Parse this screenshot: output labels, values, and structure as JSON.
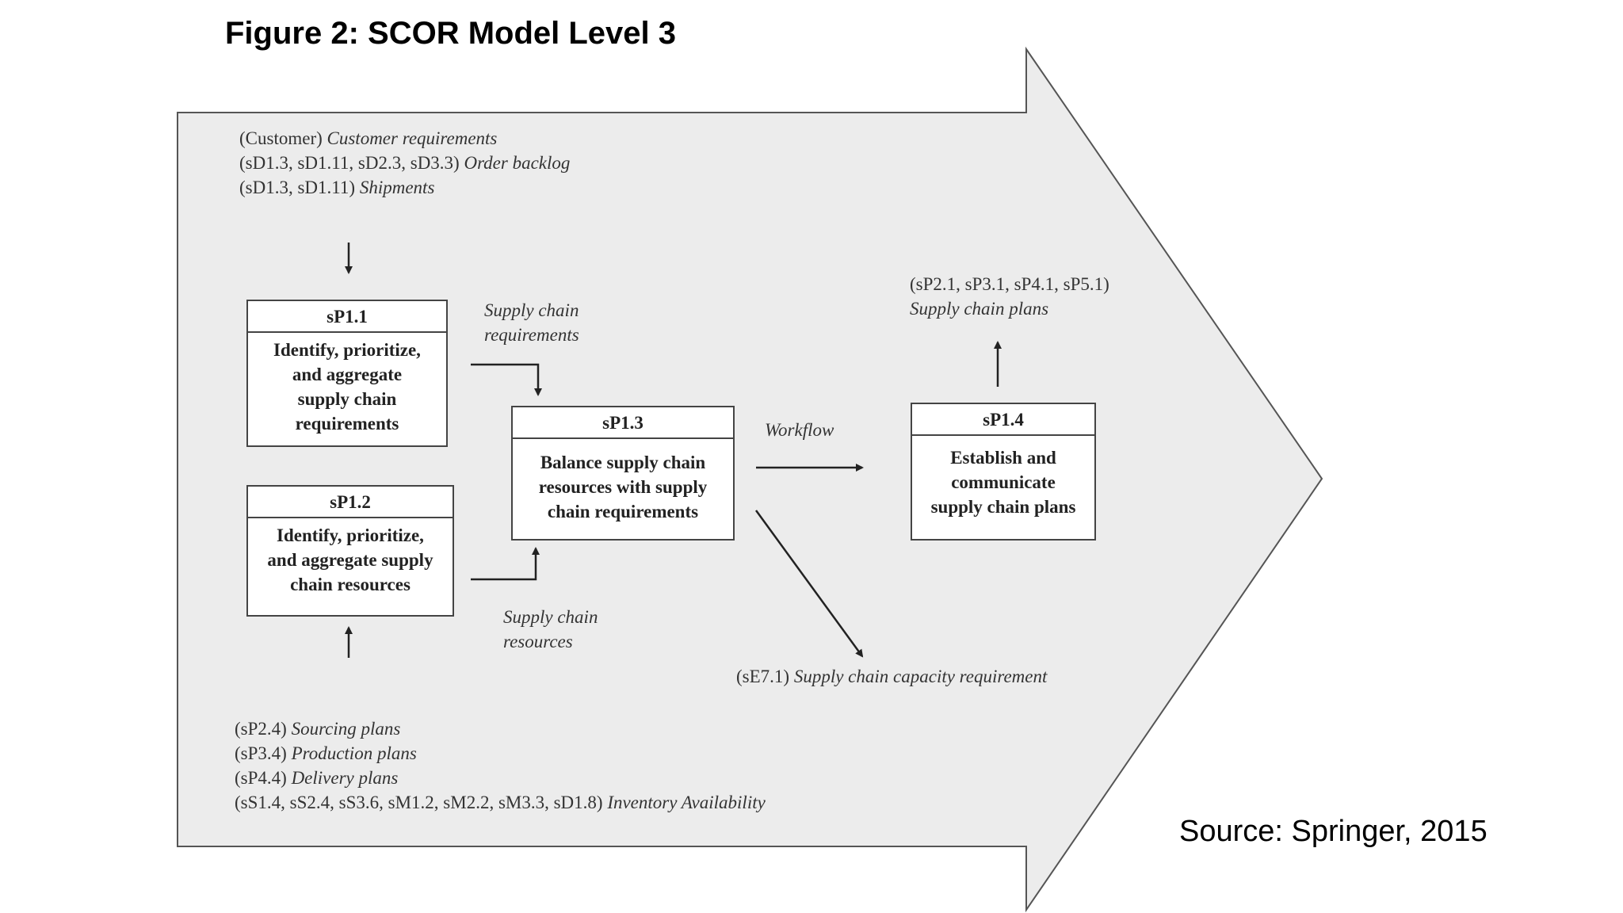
{
  "title": "Figure 2:  SCOR Model Level 3",
  "source": "Source: Springer, 2015",
  "inputs_top": [
    {
      "code": "(Customer)",
      "text": "Customer requirements"
    },
    {
      "code": "(sD1.3, sD1.11, sD2.3, sD3.3)",
      "text": "Order backlog"
    },
    {
      "code": "(sD1.3, sD1.11)",
      "text": "Shipments"
    }
  ],
  "inputs_bottom": [
    {
      "code": "(sP2.4)",
      "text": "Sourcing plans"
    },
    {
      "code": "(sP3.4)",
      "text": "Production plans"
    },
    {
      "code": "(sP4.4)",
      "text": "Delivery plans"
    },
    {
      "code": "(sS1.4, sS2.4, sS3.6, sM1.2, sM2.2, sM3.3, sD1.8)",
      "text": "Inventory Availability"
    }
  ],
  "processes": {
    "p1": {
      "id": "sP1.1",
      "lines": [
        "Identify, prioritize,",
        "and aggregate",
        "supply chain",
        "requirements"
      ]
    },
    "p2": {
      "id": "sP1.2",
      "lines": [
        "Identify, prioritize,",
        "and aggregate supply",
        "chain resources"
      ]
    },
    "p3": {
      "id": "sP1.3",
      "lines": [
        "Balance supply chain",
        "resources with supply",
        "chain requirements"
      ]
    },
    "p4": {
      "id": "sP1.4",
      "lines": [
        "Establish and",
        "communicate",
        "supply chain plans"
      ]
    }
  },
  "flows": {
    "requirements": [
      "Supply chain",
      "requirements"
    ],
    "resources": [
      "Supply chain",
      "resources"
    ],
    "workflow": "Workflow"
  },
  "outputs": {
    "plans_code": "(sP2.1, sP3.1, sP4.1, sP5.1)",
    "plans_text": "Supply chain plans",
    "capacity_code": "(sE7.1)",
    "capacity_text": "Supply chain capacity requirement"
  }
}
